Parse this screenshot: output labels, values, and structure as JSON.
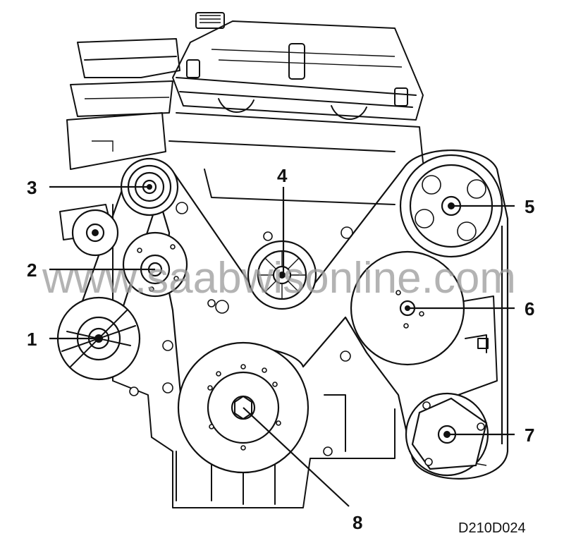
{
  "watermark": "www.saabwisonline.com",
  "figure_code": "D210D024",
  "callouts": [
    {
      "label": "1"
    },
    {
      "label": "2"
    },
    {
      "label": "3"
    },
    {
      "label": "4"
    },
    {
      "label": "5"
    },
    {
      "label": "6"
    },
    {
      "label": "7"
    },
    {
      "label": "8"
    }
  ]
}
